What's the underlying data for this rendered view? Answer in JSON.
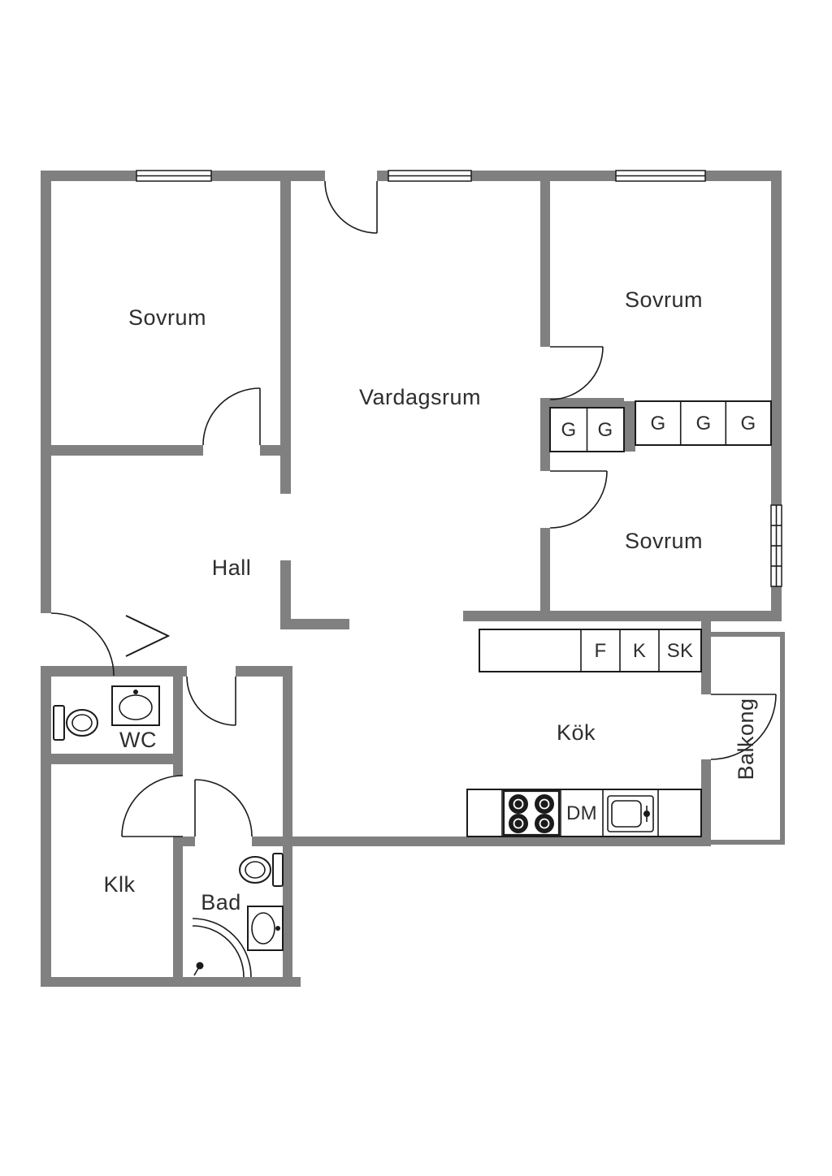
{
  "floorplan": {
    "rooms": [
      {
        "id": "sovrum-1",
        "label": "Sovrum"
      },
      {
        "id": "vardagsrum",
        "label": "Vardagsrum"
      },
      {
        "id": "sovrum-2",
        "label": "Sovrum"
      },
      {
        "id": "sovrum-3",
        "label": "Sovrum"
      },
      {
        "id": "hall",
        "label": "Hall"
      },
      {
        "id": "wc",
        "label": "WC"
      },
      {
        "id": "klk",
        "label": "Klk"
      },
      {
        "id": "bad",
        "label": "Bad"
      },
      {
        "id": "kok",
        "label": "Kök"
      },
      {
        "id": "balkong",
        "label": "Balkong"
      }
    ],
    "wardrobes": [
      "G",
      "G",
      "G",
      "G",
      "G"
    ],
    "kitchen": {
      "f": "F",
      "k": "K",
      "sk": "SK",
      "dm": "DM"
    },
    "colors": {
      "wall": "#808080",
      "line": "#1b1b1b",
      "text": "#2e2e2e",
      "background": "#ffffff"
    }
  }
}
